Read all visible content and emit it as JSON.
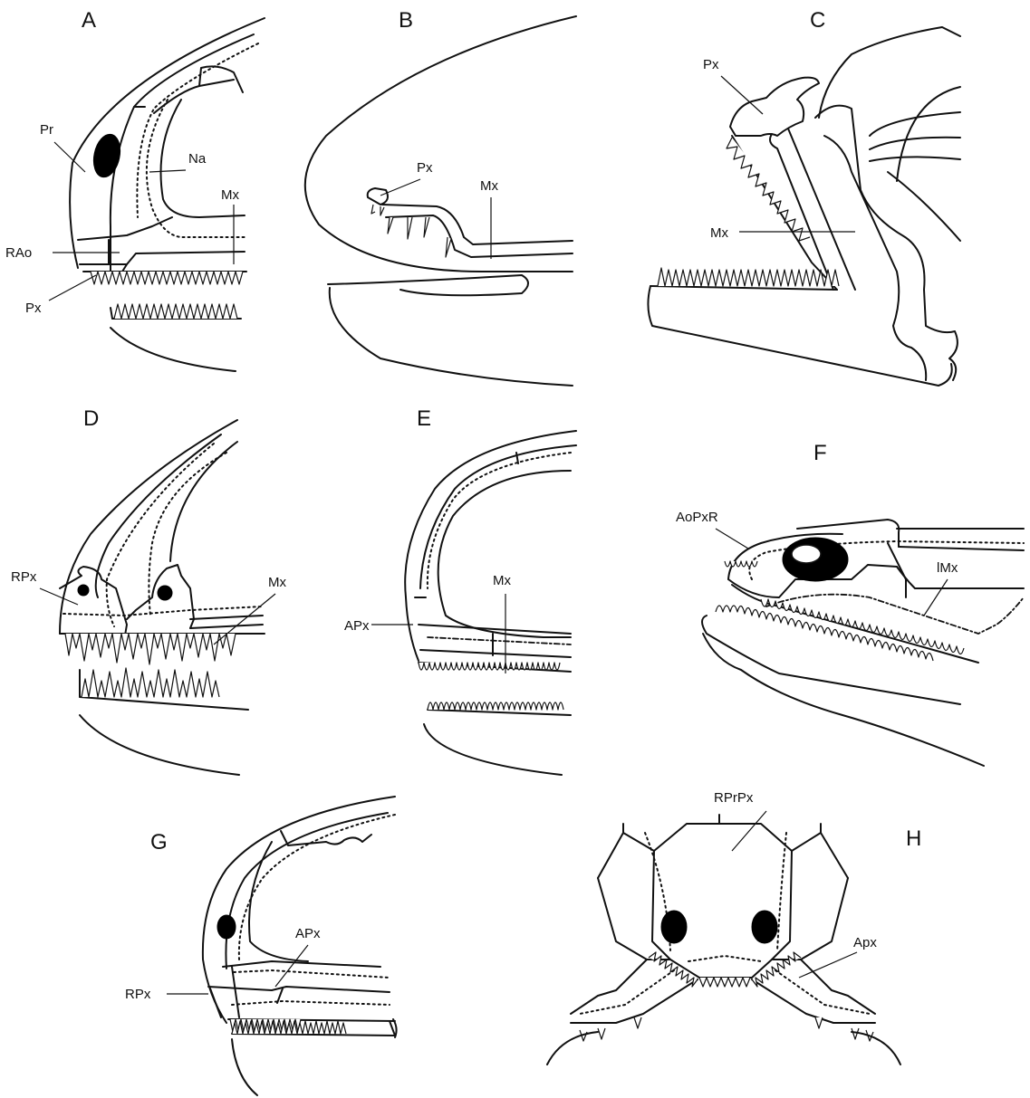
{
  "panels": {
    "A": {
      "letter": "A",
      "labels": {
        "pr": "Pr",
        "na": "Na",
        "mx": "Mx",
        "rao": "RAo",
        "px": "Px"
      }
    },
    "B": {
      "letter": "B",
      "labels": {
        "px": "Px",
        "mx": "Mx"
      }
    },
    "C": {
      "letter": "C",
      "labels": {
        "px": "Px",
        "mx": "Mx"
      }
    },
    "D": {
      "letter": "D",
      "labels": {
        "rpx": "RPx",
        "mx": "Mx"
      }
    },
    "E": {
      "letter": "E",
      "labels": {
        "apx": "APx",
        "mx": "Mx"
      }
    },
    "F": {
      "letter": "F",
      "labels": {
        "aopxr": "AoPxR",
        "imx": "lMx"
      }
    },
    "G": {
      "letter": "G",
      "labels": {
        "apx": "APx",
        "rpx": "RPx"
      }
    },
    "H": {
      "letter": "H",
      "labels": {
        "rprpx": "RPrPx",
        "apx": "Apx"
      }
    }
  }
}
